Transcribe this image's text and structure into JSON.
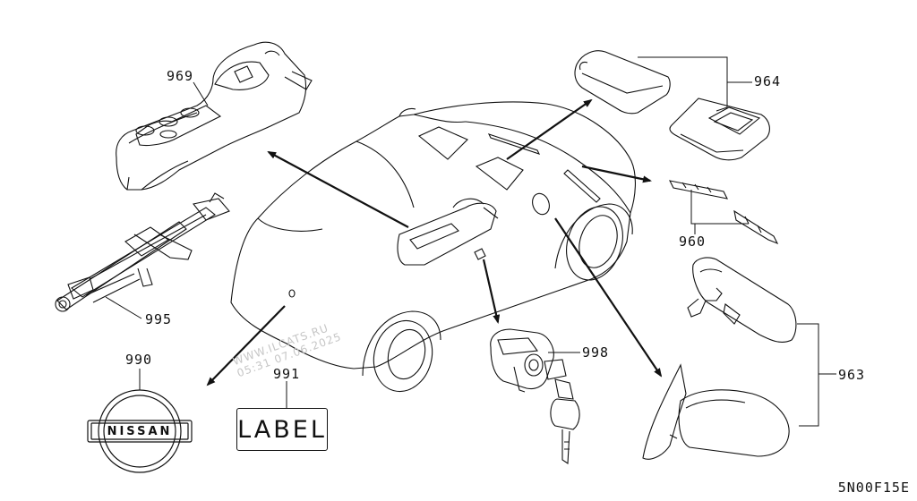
{
  "callouts": {
    "c969": "969",
    "c964": "964",
    "c960": "960",
    "c995": "995",
    "c990": "990",
    "c991": "991",
    "c998": "998",
    "c963": "963"
  },
  "label_card_text": "LABEL",
  "emblem_text": "NISSAN",
  "diagram_code": "5N00F15E",
  "watermark": {
    "line1": "WWW.ILCATS.RU",
    "line2": "05:31 07.06.2025"
  },
  "colors": {
    "line": "#111111",
    "watermark": "#c6c6c6",
    "background": "#ffffff"
  }
}
